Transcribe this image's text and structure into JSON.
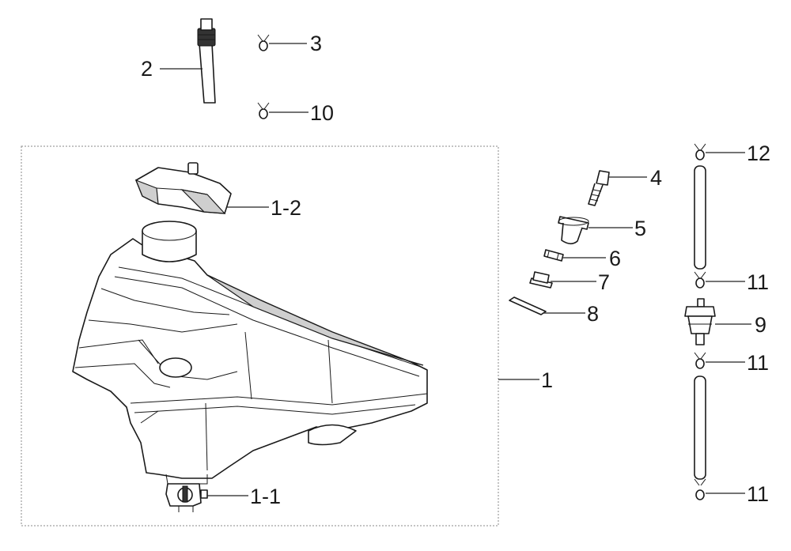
{
  "callouts": {
    "c1": "1",
    "c1_1": "1-1",
    "c1_2": "1-2",
    "c2": "2",
    "c3": "3",
    "c4": "4",
    "c5": "5",
    "c6": "6",
    "c7": "7",
    "c8": "8",
    "c9": "9",
    "c10": "10",
    "c11a": "11",
    "c11b": "11",
    "c11c": "11",
    "c12": "12"
  }
}
